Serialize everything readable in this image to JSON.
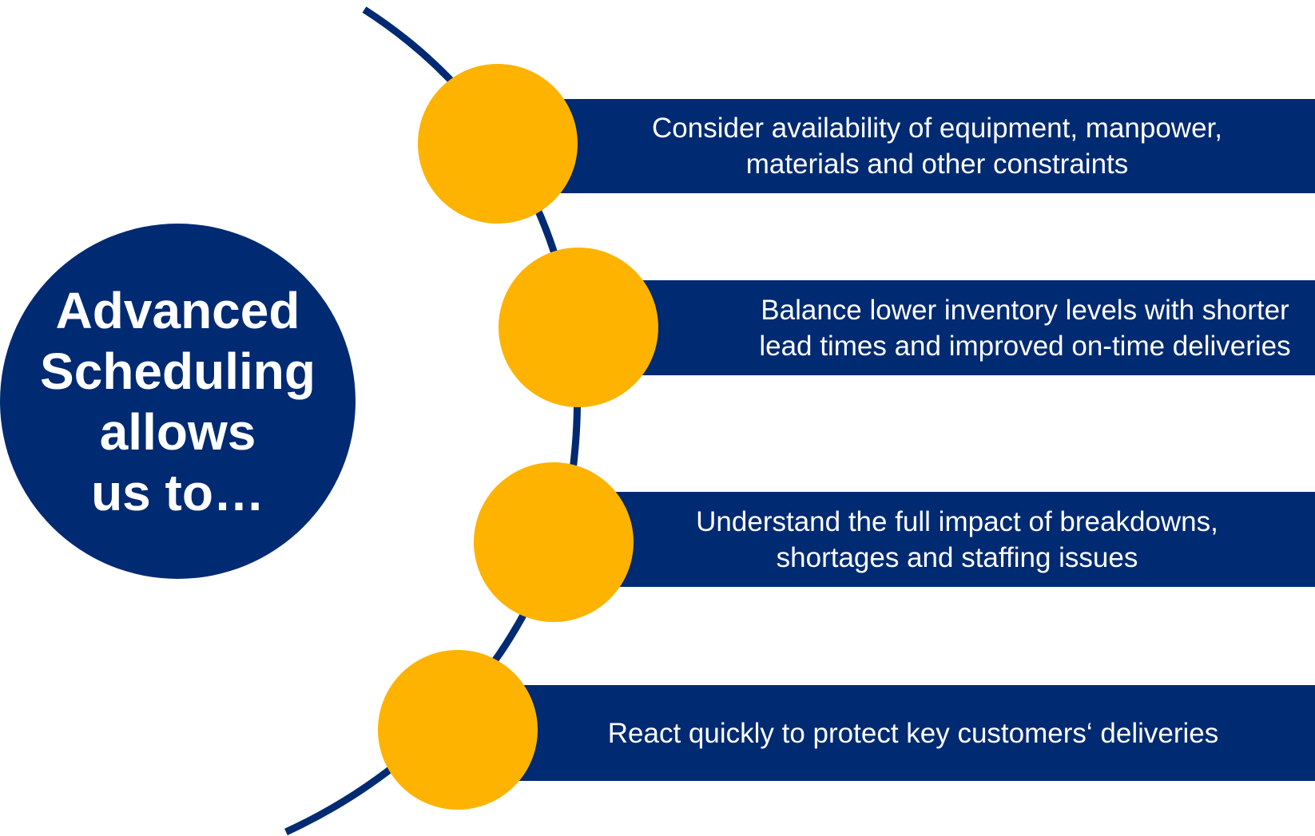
{
  "hub": {
    "label": "Advanced\nScheduling\nallows\nus to…"
  },
  "items": [
    {
      "line1": "Consider availability of equipment, manpower,",
      "line2": "materials and other constraints"
    },
    {
      "line1": "Balance lower inventory levels with shorter",
      "line2": "lead times and improved on-time deliveries"
    },
    {
      "line1": "Understand the full impact of breakdowns,",
      "line2": "shortages and staffing issues"
    },
    {
      "line1": "React quickly to protect key customers‘ deliveries",
      "line2": ""
    }
  ],
  "colors": {
    "navy": "#002a72",
    "gold": "#fdb300",
    "text": "#ffffff"
  }
}
